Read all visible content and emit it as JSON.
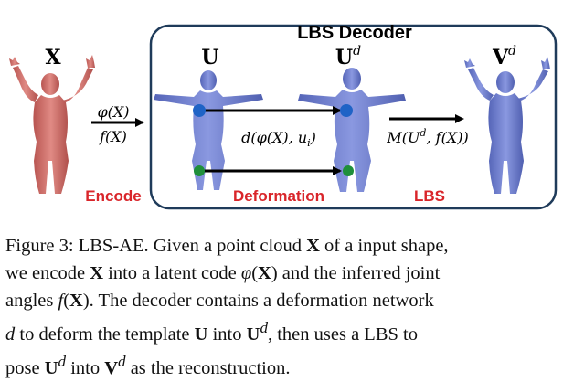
{
  "figure": {
    "decoder_title": "LBS Decoder",
    "labels": {
      "x": "X",
      "u": "U",
      "ud": "U",
      "ud_sup": "d",
      "vd": "V",
      "vd_sup": "d"
    },
    "arrows": {
      "encode_top": "φ(X)",
      "encode_bottom": "f(X)",
      "deform": "d(φ(X), u",
      "deform_sub": "i",
      "deform_end": ")",
      "lbs": "M(U",
      "lbs_sup": "d",
      "lbs_end": ", f(X))"
    },
    "stages": {
      "encode": "Encode",
      "deformation": "Deformation",
      "lbs": "LBS"
    },
    "colors": {
      "box_border": "#1f3b5a",
      "stage_text": "#d9252a",
      "input_body": "#cf6f6a",
      "template_body": "#6e7fd0",
      "point_blue": "#1f63c6",
      "point_green": "#1f8f3a"
    }
  },
  "caption": {
    "l1a": "Figure 3: LBS-AE. Given a point cloud ",
    "l1b": "X",
    "l1c": " of a input shape,",
    "l2a": "we encode ",
    "l2b": "X",
    "l2c": " into a latent code ",
    "l2d": "φ",
    "l2e": "(",
    "l2f": "X",
    "l2g": ") and the inferred joint",
    "l3a": "angles ",
    "l3b": "f",
    "l3c": "(",
    "l3d": "X",
    "l3e": "). The decoder contains a deformation network",
    "l4a": "d",
    "l4b": " to deform the template ",
    "l4c": "U",
    "l4d": " into ",
    "l4e": "U",
    "l4f": "d",
    "l4g": ", then uses a LBS to",
    "l5a": "pose ",
    "l5b": "U",
    "l5c": "d",
    "l5d": " into ",
    "l5e": "V",
    "l5f": "d",
    "l5g": " as the reconstruction."
  }
}
